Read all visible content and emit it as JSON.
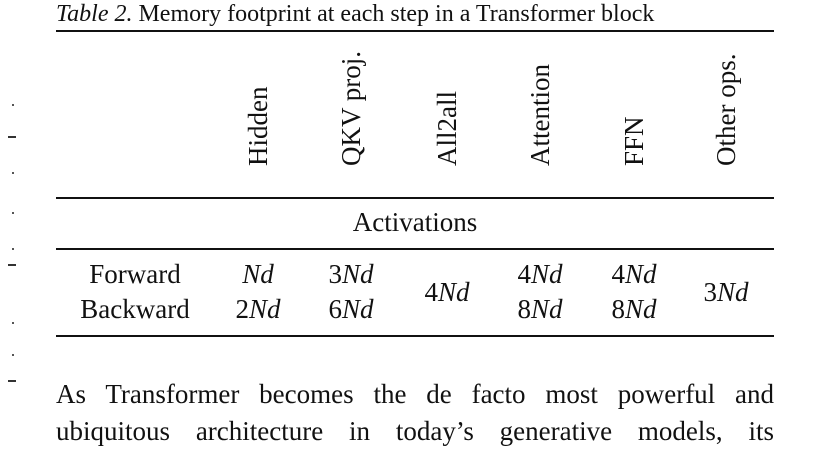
{
  "caption": {
    "label": "Table 2.",
    "text": " Memory footprint at each step in a Transformer block"
  },
  "table": {
    "columns": [
      "Hidden",
      "QKV proj.",
      "All2all",
      "Attention",
      "FFN",
      "Other ops."
    ],
    "section": "Activations",
    "rows": [
      {
        "label": "Forward",
        "cells": [
          {
            "num": "",
            "var": "Nd"
          },
          {
            "num": "3",
            "var": "Nd"
          },
          null,
          {
            "num": "4",
            "var": "Nd"
          },
          {
            "num": "4",
            "var": "Nd"
          },
          null
        ]
      },
      {
        "label": "Backward",
        "cells": [
          {
            "num": "2",
            "var": "Nd"
          },
          {
            "num": "6",
            "var": "Nd"
          },
          null,
          {
            "num": "8",
            "var": "Nd"
          },
          {
            "num": "8",
            "var": "Nd"
          },
          null
        ]
      }
    ],
    "merged": {
      "all2all": {
        "num": "4",
        "var": "Nd"
      },
      "other_ops": {
        "num": "3",
        "var": "Nd"
      }
    }
  },
  "body": {
    "lines": [
      "As Transformer becomes the de facto most powerful and",
      "ubiquitous architecture in today’s generative models, its"
    ]
  }
}
